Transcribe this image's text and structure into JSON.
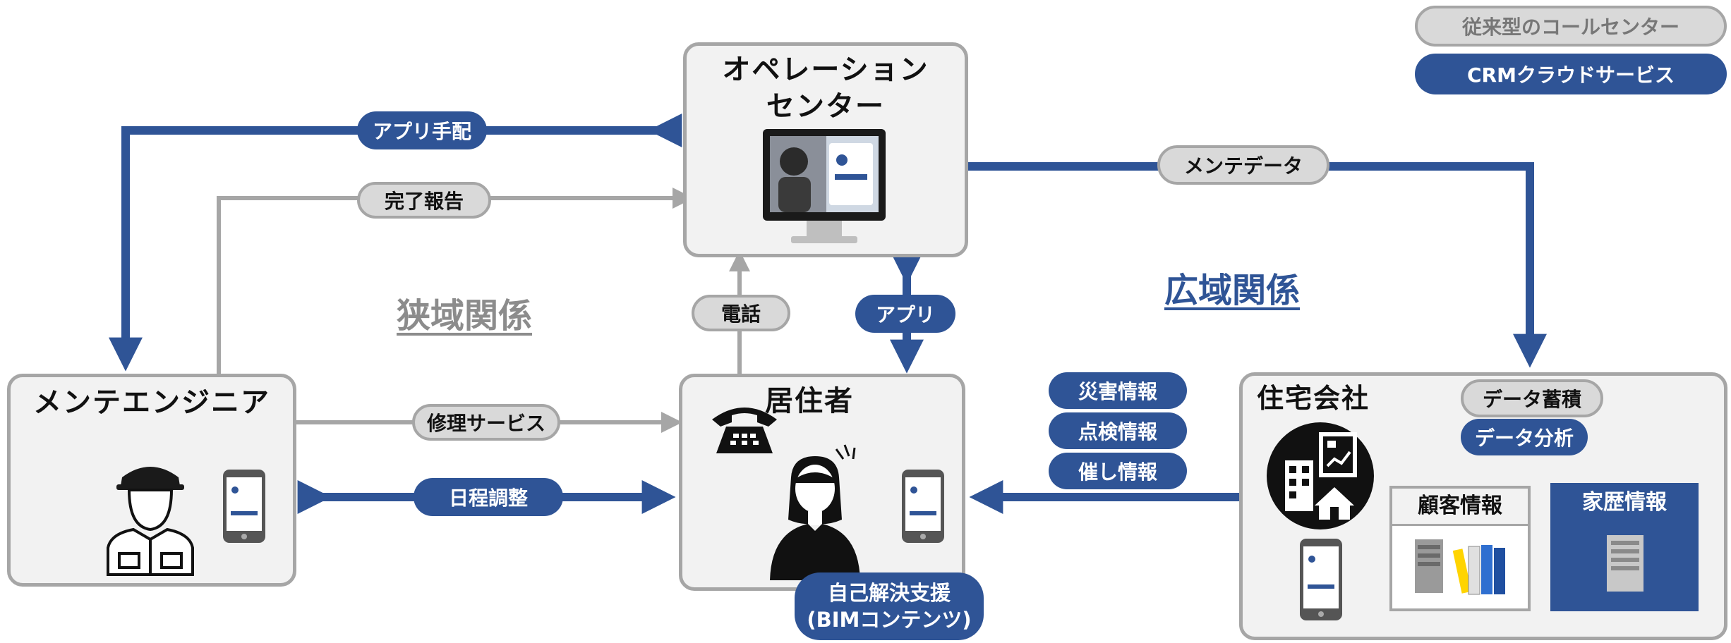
{
  "legend": {
    "traditional": "従来型のコールセンター",
    "crm": "CRMクラウドサービス"
  },
  "nodes": {
    "operation_center": "オペレーション\nセンター",
    "maintenance_engineer": "メンテエンジニア",
    "resident": "居住者",
    "housing_company": "住宅会社"
  },
  "regions": {
    "narrow": "狭域関係",
    "wide": "広域関係"
  },
  "flows": {
    "app_dispatch": "アプリ手配",
    "completion_report": "完了報告",
    "phone": "電話",
    "app": "アプリ",
    "maintenance_data": "メンテデータ",
    "repair_service": "修理サービス",
    "schedule_adjust": "日程調整",
    "disaster_info": "災害情報",
    "inspection_info": "点検情報",
    "event_info": "催し情報",
    "data_accumulation": "データ蓄積",
    "data_analysis": "データ分析"
  },
  "housing": {
    "customer_info": "顧客情報",
    "house_history": "家歴情報"
  },
  "self_support": {
    "line1": "自己解決支援",
    "line2": "(BIMコンテンツ)"
  },
  "colors": {
    "blue": "#2f5496",
    "gray": "#a6a6a6",
    "box_bg": "#f2f2f2"
  }
}
